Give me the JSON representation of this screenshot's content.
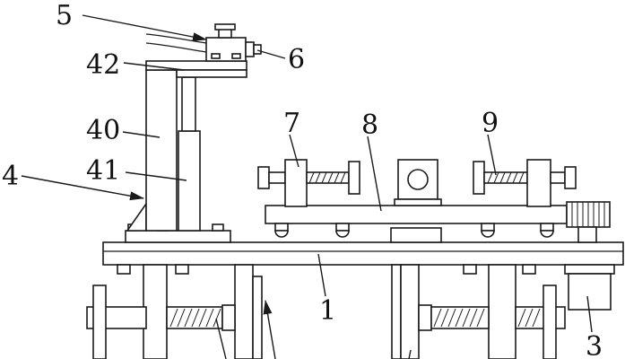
{
  "callouts": [
    {
      "id": "5",
      "text": "5"
    },
    {
      "id": "6",
      "text": "6"
    },
    {
      "id": "42",
      "text": "42"
    },
    {
      "id": "40",
      "text": "40"
    },
    {
      "id": "4",
      "text": "4"
    },
    {
      "id": "41",
      "text": "41"
    },
    {
      "id": "7",
      "text": "7"
    },
    {
      "id": "8",
      "text": "8"
    },
    {
      "id": "9",
      "text": "9"
    },
    {
      "id": "1",
      "text": "1"
    },
    {
      "id": "3",
      "text": "3"
    }
  ],
  "colors": {
    "line": "#1a1a1a",
    "background": "#ffffff"
  }
}
